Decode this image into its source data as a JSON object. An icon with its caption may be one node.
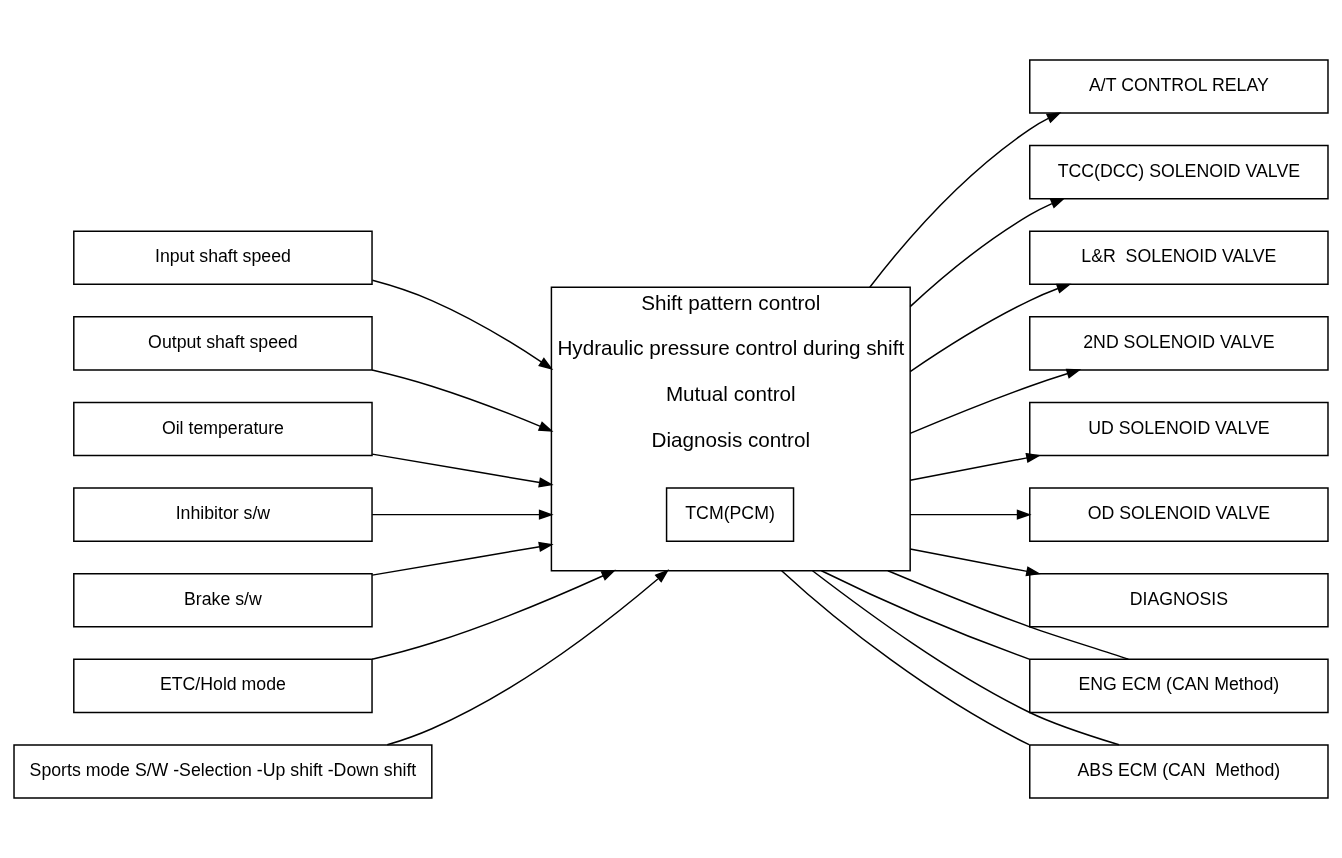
{
  "diagram": {
    "nodes": [
      {
        "text": [
          "Shift pattern control",
          "Hydraulic pressure control during shift",
          "Mutual control",
          "Diagnosis control"
        ]
      },
      {
        "text": [
          "TCM(PCM)"
        ],
        "in": 0
      },
      {
        "text": [
          "Input shaft speed"
        ]
      },
      {
        "text": [
          "Output shaft speed"
        ]
      },
      {
        "text": [
          "Oil temperature"
        ]
      },
      {
        "text": [
          "Inhibitor s/w"
        ]
      },
      {
        "text": [
          "Brake s/w"
        ]
      },
      {
        "text": [
          "ETC/Hold mode"
        ]
      },
      {
        "text": [
          "Sports mode S/W -Selection -Up shift -Down shift"
        ]
      },
      {
        "text": [
          "A/T CONTROL RELAY"
        ]
      },
      {
        "text": [
          "TCC(DCC) SOLENOID VALVE"
        ]
      },
      {
        "text": [
          "L&R  SOLENOID VALVE"
        ]
      },
      {
        "text": [
          "2ND SOLENOID VALVE"
        ]
      },
      {
        "text": [
          "UD SOLENOID VALVE"
        ]
      },
      {
        "text": [
          "OD SOLENOID VALVE"
        ]
      },
      {
        "text": [
          "DIAGNOSIS"
        ]
      },
      {
        "text": [
          "ENG ECM (CAN Method)"
        ]
      },
      {
        "text": [
          "ABS ECM (CAN  Method)"
        ]
      }
    ],
    "edges": [
      {
        "from": 2,
        "to": 0,
        "arrow": "to"
      },
      {
        "from": 3,
        "to": 0,
        "arrow": "to"
      },
      {
        "from": 4,
        "to": 0,
        "arrow": "to"
      },
      {
        "from": 5,
        "to": 0,
        "arrow": "to"
      },
      {
        "from": 6,
        "to": 0,
        "arrow": "to"
      },
      {
        "from": 7,
        "to": 0,
        "arrow": "to"
      },
      {
        "from": 8,
        "to": 0,
        "arrow": "to"
      },
      {
        "from": 0,
        "to": 9,
        "arrow": "to"
      },
      {
        "from": 0,
        "to": 10,
        "arrow": "to"
      },
      {
        "from": 0,
        "to": 11,
        "arrow": "to"
      },
      {
        "from": 0,
        "to": 12,
        "arrow": "to"
      },
      {
        "from": 0,
        "to": 13,
        "arrow": "to"
      },
      {
        "from": 0,
        "to": 14,
        "arrow": "to"
      },
      {
        "from": 0,
        "to": 15,
        "arrow": "to"
      },
      {
        "from": 0,
        "to": 16,
        "arrow": "none"
      },
      {
        "from": 0,
        "to": 17,
        "arrow": "none"
      },
      {
        "from": 0,
        "to": 16,
        "arrow": "none"
      },
      {
        "from": 0,
        "to": 17,
        "arrow": "none"
      }
    ]
  }
}
